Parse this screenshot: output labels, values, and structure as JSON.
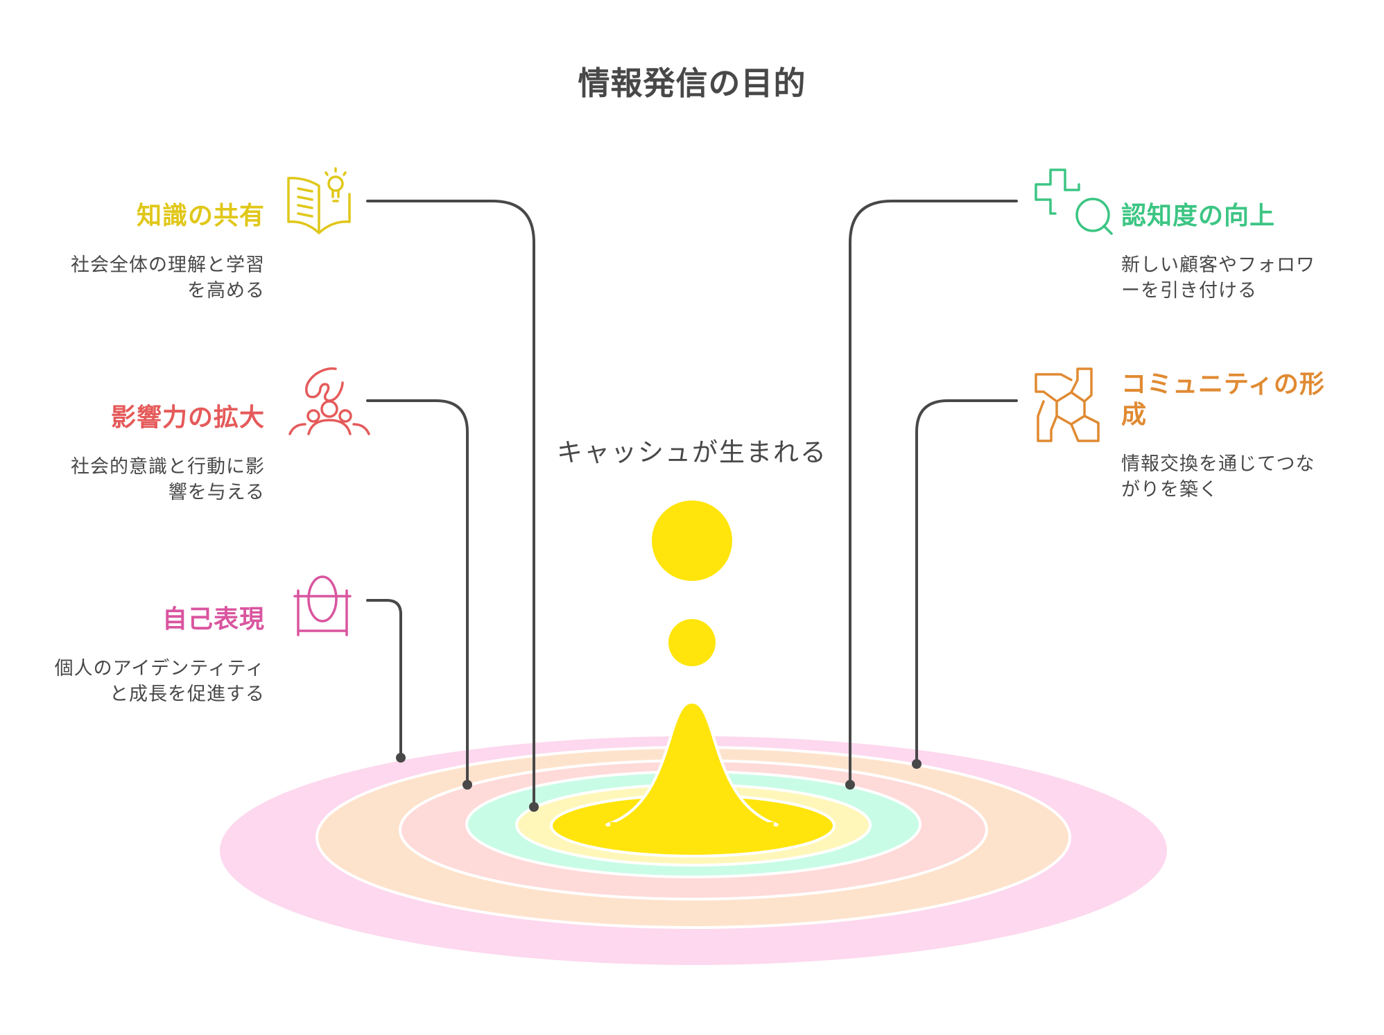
{
  "title": "情報発信の目的",
  "center_label": "キャッシュが生まれる",
  "colors": {
    "text": "#484848",
    "connector": "#484848",
    "drop": "#FFE50C",
    "ring_pink": "#FDD8EE",
    "ring_peach": "#FEE3CC",
    "ring_salmon": "#FEDAD8",
    "ring_mint": "#C8FCE6",
    "ring_lightyellow": "#FFF7BA",
    "ring_stroke": "#FFFFFF"
  },
  "items": {
    "knowledge": {
      "title": "知識の共有",
      "desc_line1": "社会全体の理解と学習",
      "desc_line2": "を高める",
      "color": "#E0C719",
      "icon": "book-lightbulb-icon",
      "side": "left"
    },
    "influence": {
      "title": "影響力の拡大",
      "desc_line1": "社会的意識と行動に影",
      "desc_line2": "響を与える",
      "color": "#E55A5A",
      "icon": "hand-over-people-icon",
      "side": "left"
    },
    "expression": {
      "title": "自己表現",
      "desc_line1": "個人のアイデンティティ",
      "desc_line2": "と成長を促進する",
      "color": "#D9559F",
      "icon": "mirror-icon",
      "side": "left"
    },
    "awareness": {
      "title": "認知度の向上",
      "desc_line1": "新しい顧客やフォロワ",
      "desc_line2": "ーを引き付ける",
      "color": "#3CC583",
      "icon": "plus-magnifier-icon",
      "side": "right"
    },
    "community": {
      "title_line1": "コミュニティの形",
      "title_line2": "成",
      "desc_line1": "情報交換を通じてつな",
      "desc_line2": "がりを築く",
      "color": "#E08A32",
      "icon": "joined-hands-icon",
      "side": "right"
    }
  }
}
